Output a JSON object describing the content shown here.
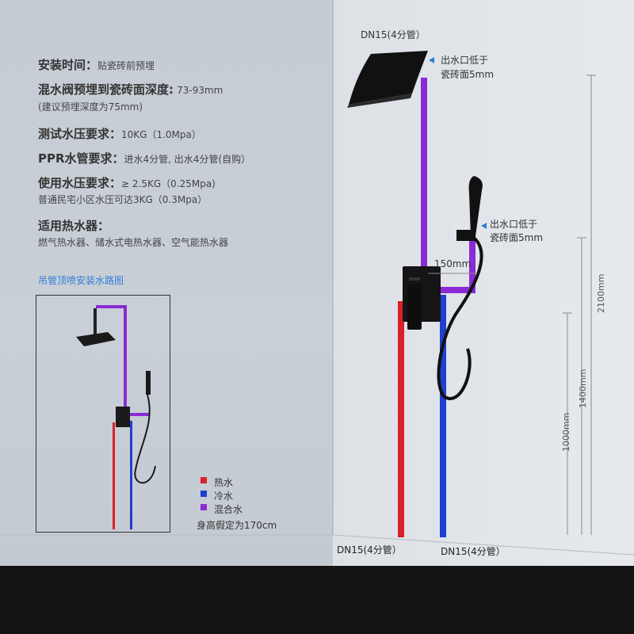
{
  "specs": {
    "install_time_label": "安装时间：",
    "install_time_value": "贴瓷砖前预埋",
    "depth_label": "混水阀预埋到瓷砖面深度:",
    "depth_value": "73-93mm",
    "depth_note": "(建议预埋深度为75mm)",
    "test_pressure_label": "测试水压要求：",
    "test_pressure_value": "10KG（1.0Mpa）",
    "ppr_label": "PPR水管要求：",
    "ppr_value": "进水4分管, 出水4分管(自购）",
    "use_pressure_label": "使用水压要求：",
    "use_pressure_value": "≥ 2.5KG（0.25Mpa)",
    "use_pressure_note": "普通民宅小区水压可达3KG（0.3Mpa）",
    "heater_label": "适用热水器：",
    "heater_value": "燃气热水器、储水式电热水器、空气能热水器"
  },
  "inset": {
    "title": "吊管顶喷安装水路图"
  },
  "legend": {
    "items": [
      {
        "label": "热水",
        "color": "#d8222a"
      },
      {
        "label": "冷水",
        "color": "#1f3fd1"
      },
      {
        "label": "混合水",
        "color": "#8a2bd6"
      }
    ],
    "height_note": "身高假定为170cm"
  },
  "diagram": {
    "top_pipe_label": "DN15(4分管）",
    "outlet_top_label_1": "出水口低于",
    "outlet_top_label_2": "瓷砖面5mm",
    "outlet_mid_label_1": "出水口低于",
    "outlet_mid_label_2": "瓷砖面5mm",
    "spacing_label": "150mm",
    "bottom_left_label": "DN15(4分管）",
    "bottom_right_label": "DN15(4分管）",
    "dim_2100": "2100mm",
    "dim_1400": "1400mm",
    "dim_1000": "1000mm"
  },
  "colors": {
    "hot": "#d8222a",
    "cold": "#1f3fd1",
    "mixed": "#8a2bd6",
    "accent_text": "#2f7fd6"
  }
}
